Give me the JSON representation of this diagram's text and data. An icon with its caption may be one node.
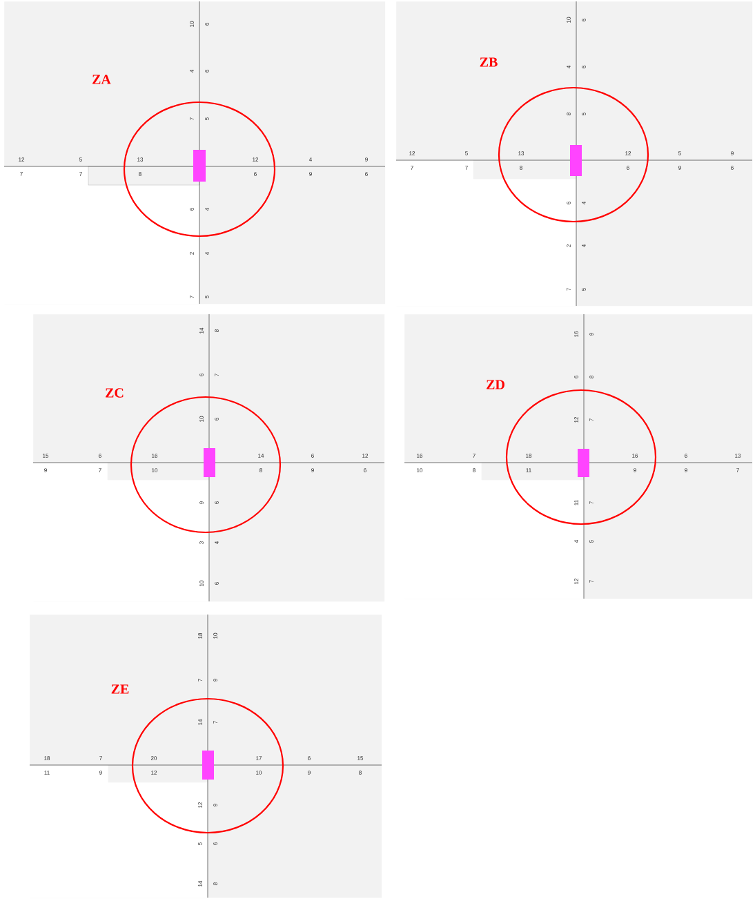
{
  "diagram": {
    "nodes": [
      {
        "text": [
          "ZA"
        ]
      },
      {
        "text": [
          "ZB"
        ]
      },
      {
        "text": [
          "ZC"
        ]
      },
      {
        "text": [
          "ZD"
        ]
      },
      {
        "text": [
          "ZE"
        ]
      }
    ],
    "labels": [
      "10",
      "6",
      "4",
      "6",
      "7",
      "5",
      "12",
      "5",
      "13",
      "12",
      "4",
      "9",
      "7",
      "7",
      "8",
      "6",
      "9",
      "6",
      "6",
      "4",
      "2",
      "4",
      "7",
      "5",
      "10",
      "6",
      "4",
      "6",
      "8",
      "5",
      "12",
      "5",
      "13",
      "12",
      "5",
      "9",
      "7",
      "7",
      "8",
      "6",
      "9",
      "6",
      "6",
      "4",
      "2",
      "4",
      "7",
      "5",
      "14",
      "8",
      "6",
      "7",
      "10",
      "6",
      "15",
      "6",
      "16",
      "14",
      "6",
      "12",
      "9",
      "7",
      "10",
      "8",
      "9",
      "6",
      "9",
      "6",
      "3",
      "4",
      "10",
      "6",
      "16",
      "9",
      "6",
      "8",
      "12",
      "7",
      "16",
      "7",
      "18",
      "16",
      "6",
      "13",
      "10",
      "8",
      "11",
      "9",
      "9",
      "7",
      "11",
      "7",
      "4",
      "5",
      "12",
      "7",
      "18",
      "10",
      "7",
      "9",
      "14",
      "7",
      "18",
      "7",
      "20",
      "17",
      "6",
      "15",
      "11",
      "9",
      "12",
      "10",
      "9",
      "8",
      "12",
      "9",
      "5",
      "6",
      "14",
      "8"
    ]
  }
}
